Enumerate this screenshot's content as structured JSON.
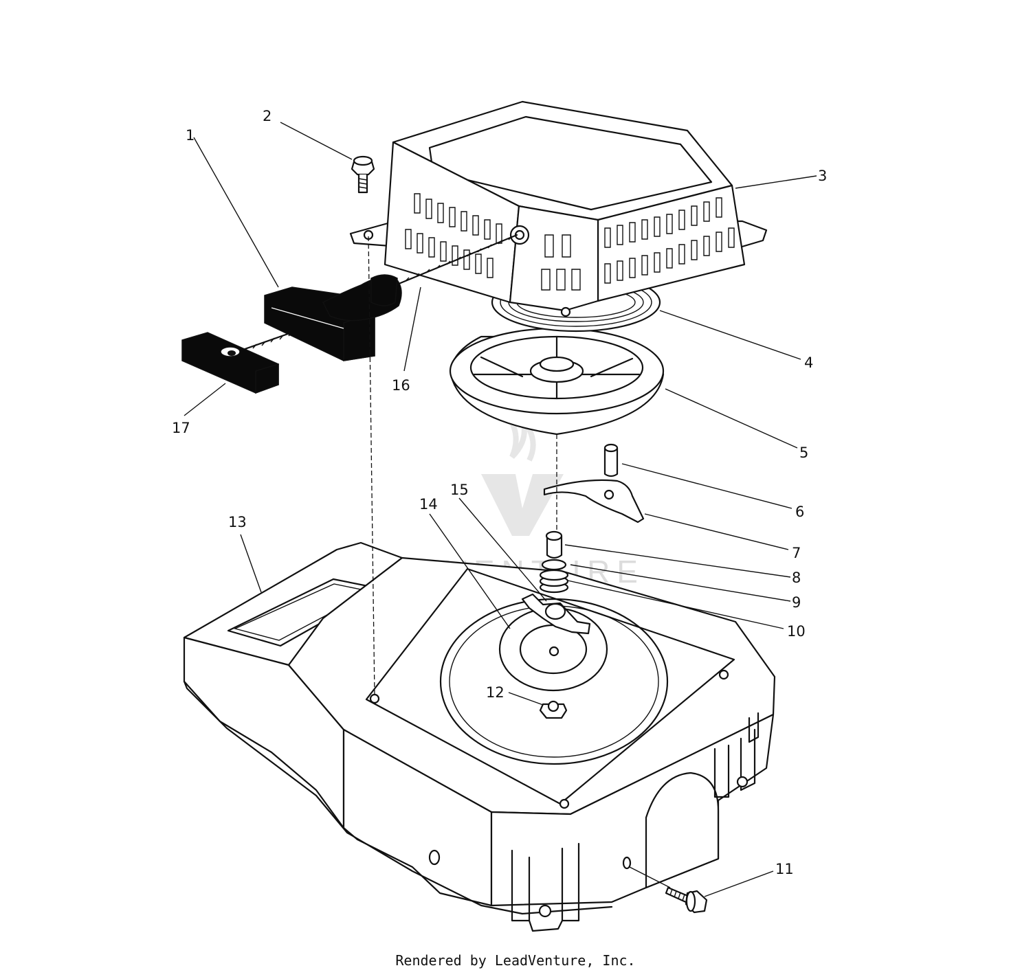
{
  "callouts": {
    "c1": "1",
    "c2": "2",
    "c3": "3",
    "c4": "4",
    "c5": "5",
    "c6": "6",
    "c7": "7",
    "c8": "8",
    "c9": "9",
    "c10": "10",
    "c11": "11",
    "c12": "12",
    "c13": "13",
    "c14": "14",
    "c15": "15",
    "c16": "16",
    "c17": "17"
  },
  "watermark": {
    "text": "LEADVENTURE"
  },
  "footer": {
    "text": "Rendered by LeadVenture, Inc."
  },
  "colors": {
    "ink": "#111111",
    "paper": "#ffffff",
    "watermark": "#d9d9d9"
  }
}
